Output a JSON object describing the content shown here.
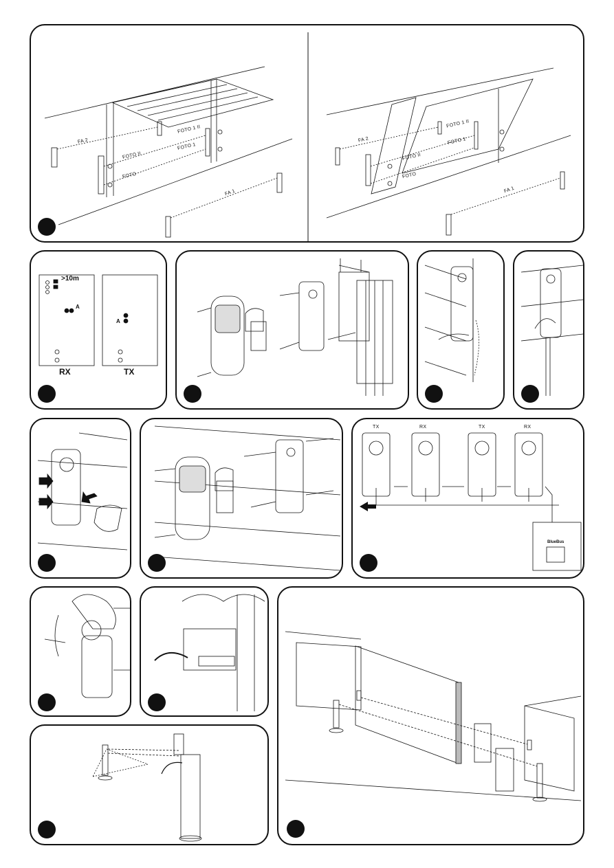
{
  "figure1": {
    "left_labels": {
      "fa2": "FA 2",
      "foto1ii": "FOTO 1 II",
      "foto1": "FOTO 1",
      "fotoii": "FOTO II",
      "foto": "FOTO",
      "fa1": "FA 1"
    },
    "right_labels": {
      "fa2": "FA 2",
      "foto1ii": "FOTO 1 II",
      "foto1": "FOTO 1",
      "fotoii": "FOTO II",
      "foto": "FOTO",
      "fa1": "FA 1"
    }
  },
  "figure2": {
    "distance": ">10m",
    "rx": "RX",
    "tx": "TX",
    "a_rx": "A",
    "a_tx": "A"
  },
  "figure9": {
    "labels": [
      "TX",
      "RX",
      "TX",
      "RX"
    ],
    "bus": "BlueBus"
  }
}
